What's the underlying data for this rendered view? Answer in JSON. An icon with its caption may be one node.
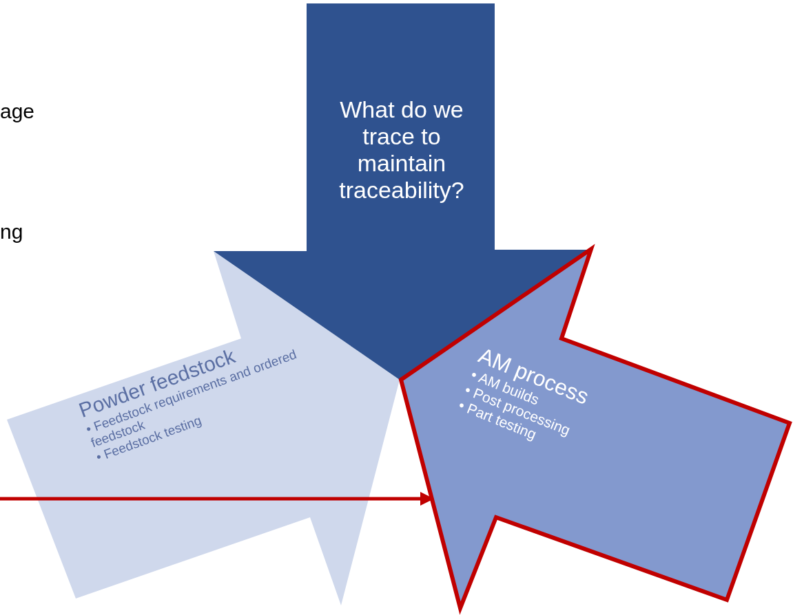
{
  "diagram": {
    "nodes": [
      {
        "text": [
          "What do we trace to maintain traceability?"
        ]
      },
      {
        "text": [
          "Powder feedstock",
          "• Feedstock requirements and ordered feedstock",
          "• Feedstock testing"
        ]
      },
      {
        "text": [
          "AM process",
          "• AM builds",
          "• Post processing",
          "• Part testing"
        ]
      }
    ],
    "edges": [
      {
        "from": null,
        "to": 2,
        "arrow": "to"
      }
    ],
    "labels": [
      "age",
      "ng"
    ]
  }
}
